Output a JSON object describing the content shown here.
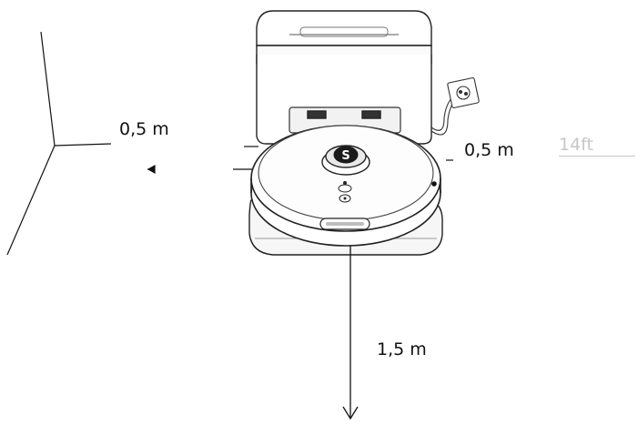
{
  "labels": {
    "left_clearance": "0,5 m",
    "right_clearance": "0,5 m",
    "front_clearance": "1,5 m",
    "ghost_text": "14ft"
  },
  "colors": {
    "line": "#111111",
    "device_stroke": "#222222",
    "device_fill": "#f5f5f5",
    "ghost": "#c7c7c7"
  },
  "icons": {
    "logo_button": "s-logo-icon",
    "power_plug": "wall-plug-icon"
  }
}
